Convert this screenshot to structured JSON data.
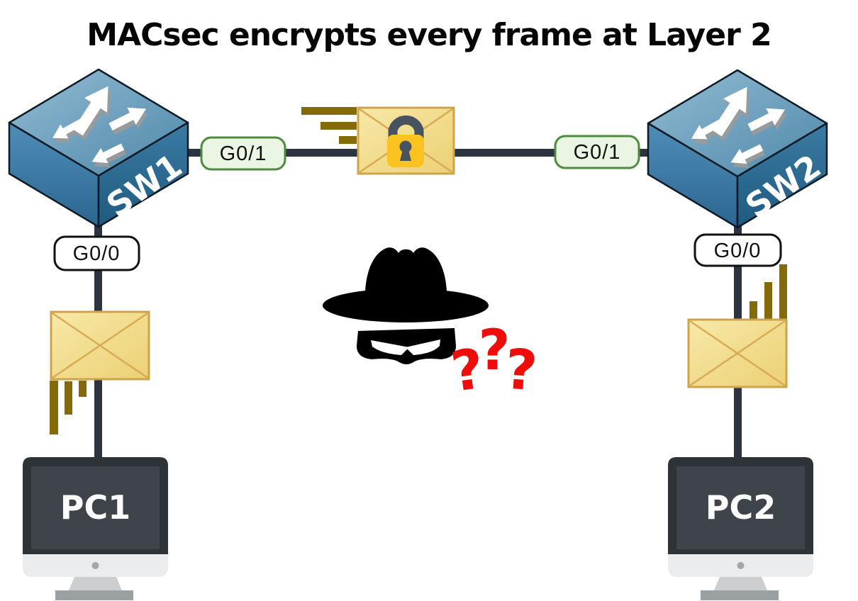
{
  "title": "MACsec encrypts every frame at Layer 2",
  "nodes": {
    "sw1": {
      "label": "SW1",
      "type": "switch"
    },
    "sw2": {
      "label": "SW2",
      "type": "switch"
    },
    "pc1": {
      "label": "PC1",
      "type": "pc"
    },
    "pc2": {
      "label": "PC2",
      "type": "pc"
    }
  },
  "ports": {
    "sw1_uplink": "G0/1",
    "sw2_uplink": "G0/1",
    "sw1_access": "G0/0",
    "sw2_access": "G0/0"
  },
  "question_marks": [
    "?",
    "?",
    "?"
  ],
  "icons": {
    "encrypted_frame": "locked-envelope-icon",
    "plain_frame_left": "envelope-icon",
    "plain_frame_right": "envelope-icon",
    "eavesdropper": "spy-icon",
    "switch_symbol": "bidirectional-arrows-icon"
  },
  "colors": {
    "link": "#2b3440",
    "switch_top": "#79a7c3",
    "switch_left": "#3f80ab",
    "switch_right": "#2f6f99",
    "uplink_port_fill": "#eaf5e3",
    "uplink_port_border": "#4d8c3c",
    "access_port_fill": "#ffffff",
    "access_port_border": "#111111",
    "envelope_fill": "#f2dc86",
    "envelope_border": "#cda44a",
    "lock_body": "#fcc320",
    "lock_shackle": "#47545f",
    "speed_bar": "#846a08",
    "question_mark": "#ee0d0a",
    "monitor_bezel": "#2e3338",
    "monitor_screen": "#3e444a"
  }
}
